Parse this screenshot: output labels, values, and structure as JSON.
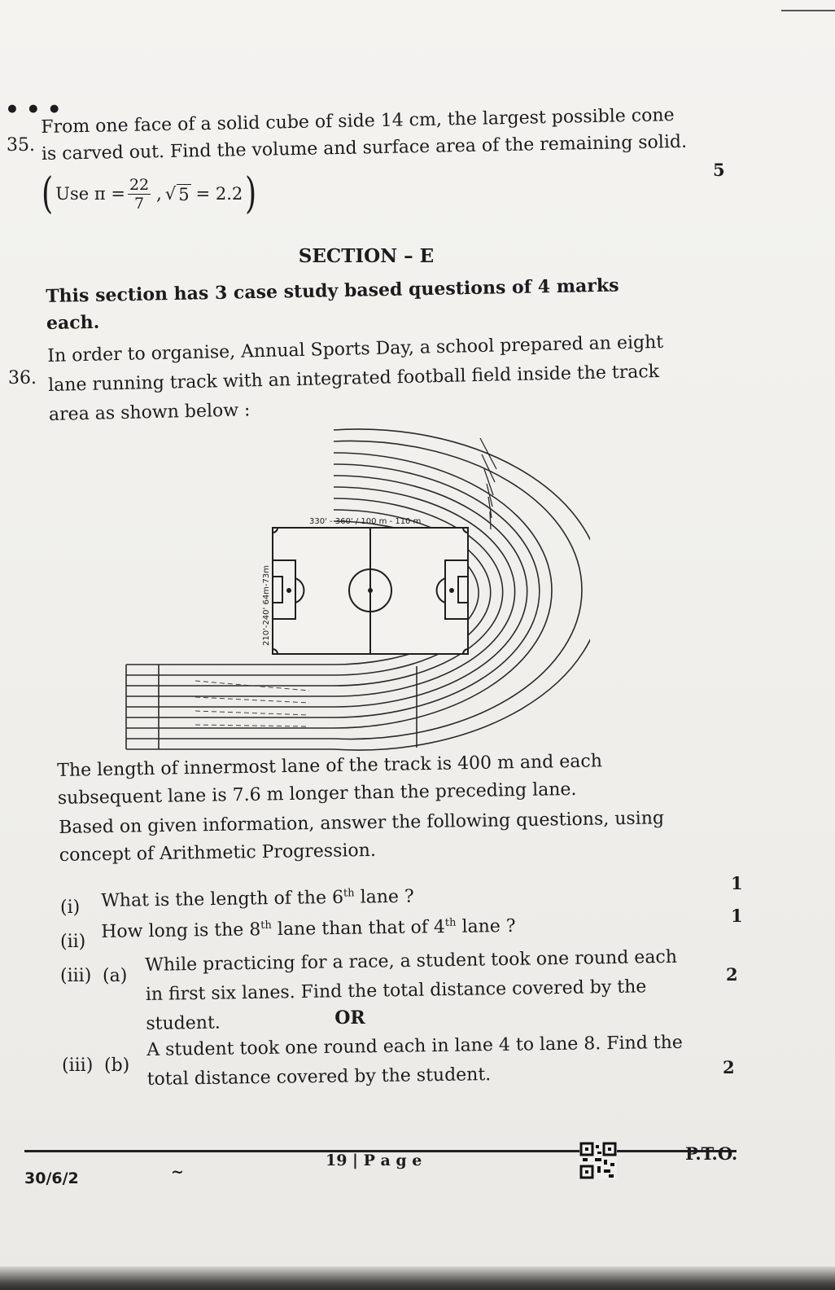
{
  "q35": {
    "number": "35.",
    "text": "From one face of a solid cube of side 14 cm, the largest possible cone is carved out. Find the volume and surface area of the remaining solid.",
    "use_label": "Use π =",
    "frac_num": "22",
    "frac_den": "7",
    "sqrt_label": "√",
    "sqrt_arg": "5",
    "sqrt_val": "= 2.2",
    "marks": "5"
  },
  "section": {
    "title": "SECTION – E",
    "subtitle": "This section has 3 case study based questions of 4 marks each."
  },
  "q36": {
    "number": "36.",
    "intro": "In order to organise, Annual Sports Day, a school prepared an eight lane running track with an integrated football field inside the track area as shown below :",
    "figure": {
      "top_label": "330' - 360' / 100 m - 110 m",
      "side_label": "210'-240' 64m-73m"
    },
    "para1": "The length of innermost lane of the track is 400 m and each subsequent lane is 7.6 m longer than the preceding lane.",
    "para2": "Based on given information, answer the following questions, using concept of Arithmetic Progression.",
    "i_label": "(i)",
    "i_text_a": "What is the length of the 6",
    "i_sup": "th",
    "i_text_b": " lane ?",
    "i_marks": "1",
    "ii_label": "(ii)",
    "ii_text_a": "How long is the 8",
    "ii_sup1": "th",
    "ii_text_b": " lane than that of 4",
    "ii_sup2": "th",
    "ii_text_c": " lane ?",
    "ii_marks": "1",
    "iiia_label": "(iii)",
    "iiia_sub": "(a)",
    "iiia_text": "While practicing for a race, a student took one round each in first six lanes. Find the total distance covered by the student.",
    "iiia_marks": "2",
    "or": "OR",
    "iiib_label": "(iii)",
    "iiib_sub": "(b)",
    "iiib_text": "A student took one round each in lane 4 to lane 8. Find the total distance covered by the student.",
    "iiib_marks": "2"
  },
  "footer": {
    "code": "30/6/2",
    "tilde": "~",
    "page": "19 | P a g e",
    "pto": "P.T.O."
  }
}
